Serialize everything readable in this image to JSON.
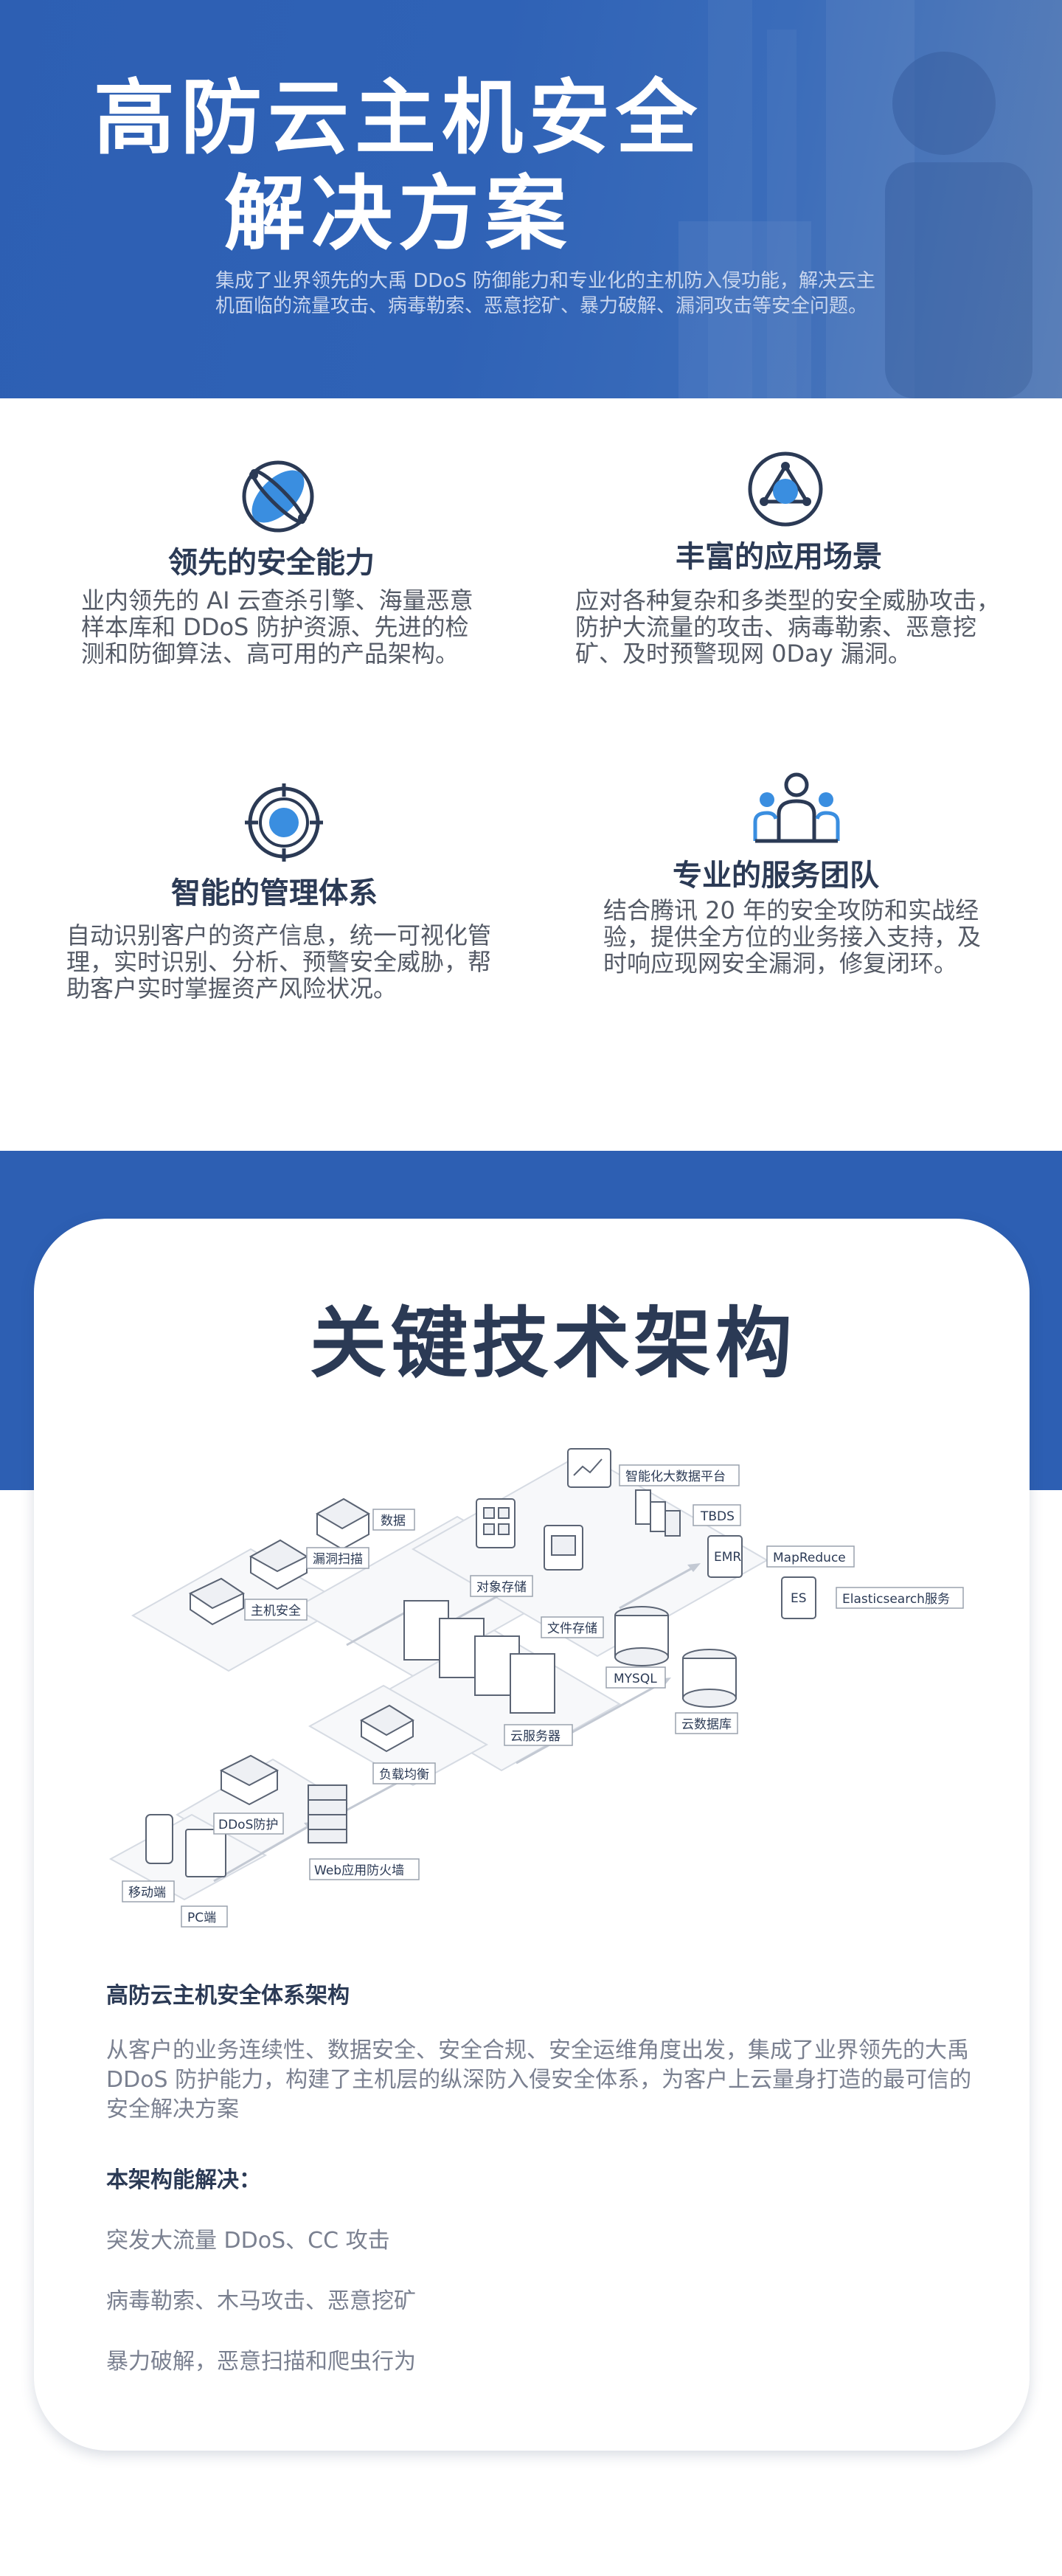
{
  "hero": {
    "title_line1": "高防云主机安全",
    "title_line2": "解决方案",
    "description": "集成了业界领先的大禹 DDoS 防御能力和专业化的主机防入侵功能，解决云主机面临的流量攻击、病毒勒索、恶意挖矿、暴力破解、漏洞攻击等安全问题。"
  },
  "features": [
    {
      "title": "领先的安全能力",
      "icon": "atom-icon",
      "description": "业内领先的 AI 云查杀引擎、海量恶意样本库和 DDoS 防护资源、先进的检测和防御算法、高可用的产品架构。"
    },
    {
      "title": "丰富的应用场景",
      "icon": "triangle-network-icon",
      "description": "应对各种复杂和多类型的安全威胁攻击，防护大流量的攻击、病毒勒索、恶意挖矿、及时预警现网 0Day 漏洞。"
    },
    {
      "title": "智能的管理体系",
      "icon": "target-icon",
      "description": "自动识别客户的资产信息，统一可视化管理，实时识别、分析、预警安全威胁，帮助客户实时掌握资产风险状况。"
    },
    {
      "title": "专业的服务团队",
      "icon": "team-icon",
      "description": "结合腾讯 20 年的安全攻防和实战经验，提供全方位的业务接入支持，及时响应现网安全漏洞，修复闭环。"
    }
  ],
  "architecture": {
    "title": "关键技术架构",
    "diagram_labels": {
      "bigdata": "智能化大数据平台",
      "tbds": "TBDS",
      "mapreduce": "MapReduce",
      "elasticsearch": "Elasticsearch服务",
      "data": "数据",
      "vuln_scan": "漏洞扫描",
      "host_security": "主机安全",
      "object_storage": "对象存储",
      "file_storage": "文件存储",
      "mysql": "MYSQL",
      "cloud_db": "云数据库",
      "cloud_server": "云服务器",
      "load_balance": "负载均衡",
      "ddos": "DDoS防护",
      "waf": "Web应用防火墙",
      "mobile": "移动端",
      "pc": "PC端",
      "emr": "EMR",
      "es": "ES"
    },
    "subtitle": "高防云主机安全体系架构",
    "paragraph": "从客户的业务连续性、数据安全、安全合规、安全运维角度出发，集成了业界领先的大禹 DDoS 防护能力，构建了主机层的纵深防入侵安全体系，为客户上云量身打造的最可信的安全解决方案",
    "solves_heading": "本架构能解决：",
    "solves": [
      "突发大流量 DDoS、CC 攻击",
      "病毒勒索、木马攻击、恶意挖矿",
      "暴力破解，恶意扫描和爬虫行为"
    ]
  },
  "colors": {
    "brand_blue": "#2d5fb3",
    "title_dark": "#2b3a55",
    "icon_blue": "#3a8ee0"
  }
}
